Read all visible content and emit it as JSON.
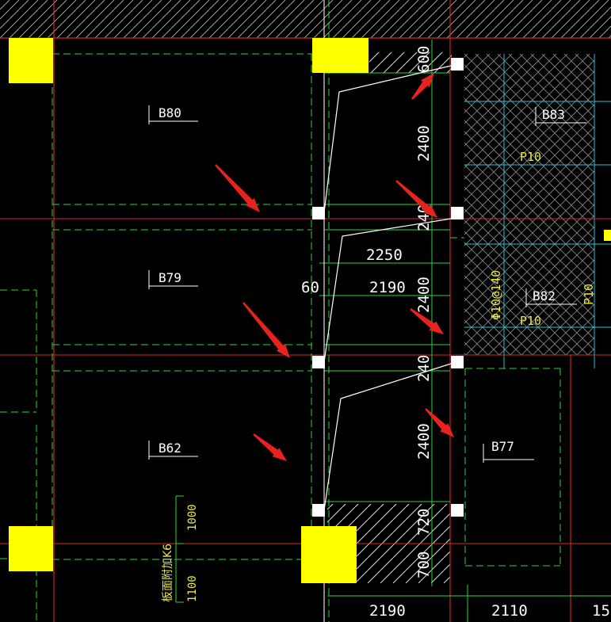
{
  "colors": {
    "background": "#000000",
    "axis": "#d9262b",
    "guide": "#27d640",
    "cyan": "#19c8d2",
    "column": "#ffff00",
    "text_white": "#ffffff",
    "text_yellow": "#e8e84a",
    "arrow": "#e8231e"
  },
  "slabs": {
    "b80": "B80",
    "b79": "B79",
    "b62": "B62",
    "b83": "B83",
    "b82": "B82",
    "b77": "B77"
  },
  "rebar": {
    "p10_top": "P10",
    "p10_mid": "P10",
    "p10_vert": "P10",
    "phi10": "Φ10@140"
  },
  "dims": {
    "d600": "600",
    "d2400_a": "2400",
    "d240_a": "240",
    "d2250": "2250",
    "d2190_mid": "2190",
    "d60": "60",
    "d2400_b": "2400",
    "d240_b": "240",
    "d2400_c": "2400",
    "d720": "720",
    "d700": "700",
    "d2190_bot": "2190",
    "d2110_bot": "2110",
    "d15": "15",
    "d1000": "1000",
    "d1100": "1100"
  },
  "notes": {
    "slab_note": "板面附加K6"
  },
  "arrows": [
    "arrow-1",
    "arrow-2",
    "arrow-3",
    "arrow-4",
    "arrow-5",
    "arrow-6",
    "arrow-7",
    "arrow-8"
  ]
}
